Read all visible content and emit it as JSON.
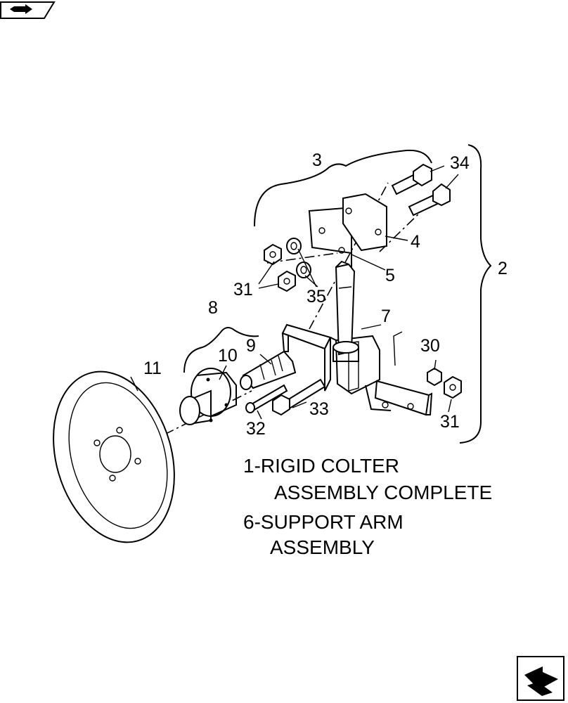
{
  "callouts": {
    "c2": "2",
    "c3": "3",
    "c4": "4",
    "c5": "5",
    "c7": "7",
    "c8": "8",
    "c9": "9",
    "c10": "10",
    "c11": "11",
    "c30": "30",
    "c31_left": "31",
    "c31_right": "31",
    "c32": "32",
    "c33": "33",
    "c34": "34",
    "c35": "35"
  },
  "notes": {
    "line1": "1-RIGID COLTER",
    "line2": "ASSEMBLY COMPLETE",
    "line3": "6-SUPPORT ARM",
    "line4": "ASSEMBLY"
  },
  "icons": {
    "top_left": "book-arrow-icon",
    "bottom_right": "next-page-arrow-icon"
  }
}
